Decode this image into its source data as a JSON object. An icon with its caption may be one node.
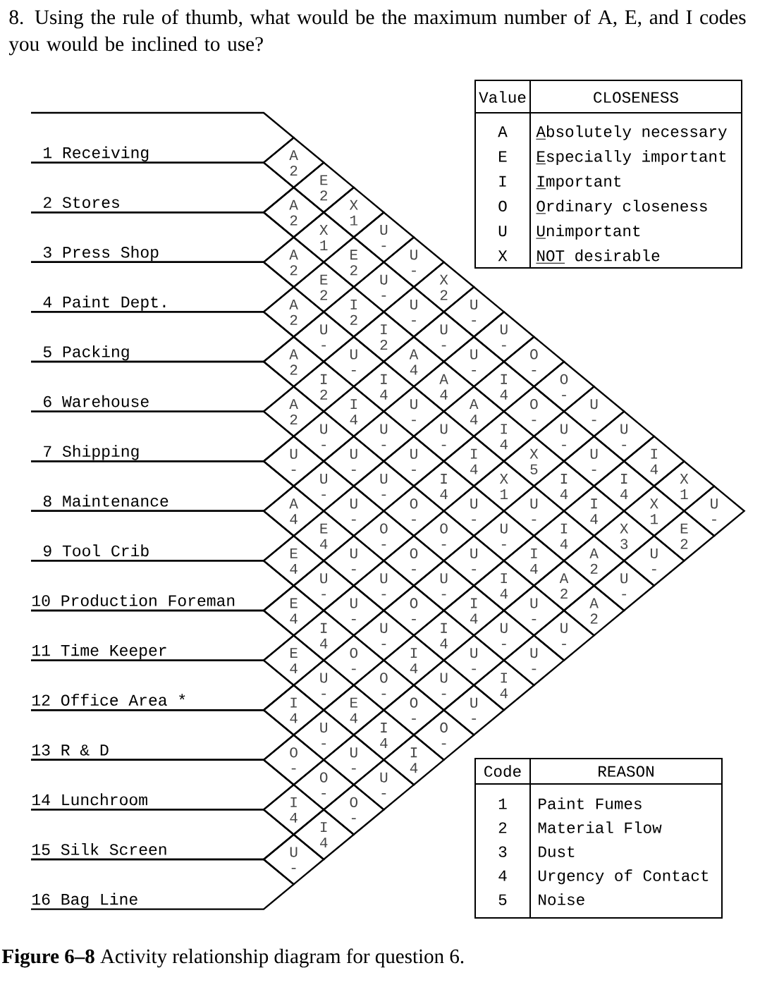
{
  "diagram": {
    "title": "8. Using the rule of thumb, what would be the maximum number of A, E, and I codes you would be inclined to use?",
    "caption": "**Figure 6–8** Activity relationship diagram for question 6.",
    "nodes": [
      {
        "text": [
          "1 Receiving"
        ]
      },
      {
        "text": [
          "2 Stores"
        ]
      },
      {
        "text": [
          "3 Press Shop"
        ]
      },
      {
        "text": [
          "4 Paint Dept."
        ]
      },
      {
        "text": [
          "5 Packing"
        ]
      },
      {
        "text": [
          "6 Warehouse"
        ]
      },
      {
        "text": [
          "7 Shipping"
        ]
      },
      {
        "text": [
          "8 Maintenance"
        ]
      },
      {
        "text": [
          "9 Tool Crib"
        ]
      },
      {
        "text": [
          "10 Production Foreman"
        ]
      },
      {
        "text": [
          "11 Time Keeper"
        ]
      },
      {
        "text": [
          "12 Office Area *"
        ]
      },
      {
        "text": [
          "13 R & D"
        ]
      },
      {
        "text": [
          "14 Lunchroom"
        ]
      },
      {
        "text": [
          "15 Silk Screen"
        ]
      },
      {
        "text": [
          "16 Bag Line"
        ]
      },
      {
        "text": [
          "A",
          "2"
        ]
      },
      {
        "text": [
          "E",
          "2"
        ]
      },
      {
        "text": [
          "X",
          "1"
        ]
      },
      {
        "text": [
          "U",
          "-"
        ]
      },
      {
        "text": [
          "U",
          "-"
        ]
      },
      {
        "text": [
          "X",
          "2"
        ]
      },
      {
        "text": [
          "U",
          "-"
        ]
      },
      {
        "text": [
          "U",
          "-"
        ]
      },
      {
        "text": [
          "O",
          "-"
        ]
      },
      {
        "text": [
          "O",
          "-"
        ]
      },
      {
        "text": [
          "U",
          "-"
        ]
      },
      {
        "text": [
          "U",
          "-"
        ]
      },
      {
        "text": [
          "I",
          "4"
        ]
      },
      {
        "text": [
          "X",
          "1"
        ]
      },
      {
        "text": [
          "U",
          "-"
        ]
      },
      {
        "text": [
          "A",
          "2"
        ]
      },
      {
        "text": [
          "X",
          "1"
        ]
      },
      {
        "text": [
          "E",
          "2"
        ]
      },
      {
        "text": [
          "U",
          "-"
        ]
      },
      {
        "text": [
          "U",
          "-"
        ]
      },
      {
        "text": [
          "U",
          "-"
        ]
      },
      {
        "text": [
          "U",
          "-"
        ]
      },
      {
        "text": [
          "I",
          "4"
        ]
      },
      {
        "text": [
          "O",
          "-"
        ]
      },
      {
        "text": [
          "U",
          "-"
        ]
      },
      {
        "text": [
          "U",
          "-"
        ]
      },
      {
        "text": [
          "I",
          "4"
        ]
      },
      {
        "text": [
          "X",
          "1"
        ]
      },
      {
        "text": [
          "E",
          "2"
        ]
      },
      {
        "text": [
          "A",
          "2"
        ]
      },
      {
        "text": [
          "E",
          "2"
        ]
      },
      {
        "text": [
          "I",
          "2"
        ]
      },
      {
        "text": [
          "I",
          "2"
        ]
      },
      {
        "text": [
          "A",
          "4"
        ]
      },
      {
        "text": [
          "A",
          "4"
        ]
      },
      {
        "text": [
          "A",
          "4"
        ]
      },
      {
        "text": [
          "I",
          "4"
        ]
      },
      {
        "text": [
          "X",
          "5"
        ]
      },
      {
        "text": [
          "I",
          "4"
        ]
      },
      {
        "text": [
          "I",
          "4"
        ]
      },
      {
        "text": [
          "X",
          "3"
        ]
      },
      {
        "text": [
          "U",
          "-"
        ]
      },
      {
        "text": [
          "A",
          "2"
        ]
      },
      {
        "text": [
          "U",
          "-"
        ]
      },
      {
        "text": [
          "U",
          "-"
        ]
      },
      {
        "text": [
          "I",
          "4"
        ]
      },
      {
        "text": [
          "U",
          "-"
        ]
      },
      {
        "text": [
          "U",
          "-"
        ]
      },
      {
        "text": [
          "I",
          "4"
        ]
      },
      {
        "text": [
          "X",
          "1"
        ]
      },
      {
        "text": [
          "U",
          "-"
        ]
      },
      {
        "text": [
          "I",
          "4"
        ]
      },
      {
        "text": [
          "A",
          "2"
        ]
      },
      {
        "text": [
          "U",
          "-"
        ]
      },
      {
        "text": [
          "A",
          "2"
        ]
      },
      {
        "text": [
          "I",
          "2"
        ]
      },
      {
        "text": [
          "I",
          "4"
        ]
      },
      {
        "text": [
          "U",
          "-"
        ]
      },
      {
        "text": [
          "U",
          "-"
        ]
      },
      {
        "text": [
          "I",
          "4"
        ]
      },
      {
        "text": [
          "U",
          "-"
        ]
      },
      {
        "text": [
          "U",
          "-"
        ]
      },
      {
        "text": [
          "I",
          "4"
        ]
      },
      {
        "text": [
          "A",
          "2"
        ]
      },
      {
        "text": [
          "A",
          "2"
        ]
      },
      {
        "text": [
          "A",
          "2"
        ]
      },
      {
        "text": [
          "U",
          "-"
        ]
      },
      {
        "text": [
          "U",
          "-"
        ]
      },
      {
        "text": [
          "U",
          "-"
        ]
      },
      {
        "text": [
          "O",
          "-"
        ]
      },
      {
        "text": [
          "O",
          "-"
        ]
      },
      {
        "text": [
          "U",
          "-"
        ]
      },
      {
        "text": [
          "I",
          "4"
        ]
      },
      {
        "text": [
          "U",
          "-"
        ]
      },
      {
        "text": [
          "U",
          "-"
        ]
      },
      {
        "text": [
          "U",
          "-"
        ]
      },
      {
        "text": [
          "U",
          "-"
        ]
      },
      {
        "text": [
          "U",
          "-"
        ]
      },
      {
        "text": [
          "O",
          "-"
        ]
      },
      {
        "text": [
          "O",
          "-"
        ]
      },
      {
        "text": [
          "U",
          "-"
        ]
      },
      {
        "text": [
          "I",
          "4"
        ]
      },
      {
        "text": [
          "U",
          "-"
        ]
      },
      {
        "text": [
          "U",
          "-"
        ]
      },
      {
        "text": [
          "A",
          "4"
        ]
      },
      {
        "text": [
          "E",
          "4"
        ]
      },
      {
        "text": [
          "U",
          "-"
        ]
      },
      {
        "text": [
          "U",
          "-"
        ]
      },
      {
        "text": [
          "O",
          "-"
        ]
      },
      {
        "text": [
          "I",
          "4"
        ]
      },
      {
        "text": [
          "U",
          "-"
        ]
      },
      {
        "text": [
          "I",
          "4"
        ]
      },
      {
        "text": [
          "E",
          "4"
        ]
      },
      {
        "text": [
          "U",
          "-"
        ]
      },
      {
        "text": [
          "U",
          "-"
        ]
      },
      {
        "text": [
          "U",
          "-"
        ]
      },
      {
        "text": [
          "I",
          "4"
        ]
      },
      {
        "text": [
          "U",
          "-"
        ]
      },
      {
        "text": [
          "U",
          "-"
        ]
      },
      {
        "text": [
          "E",
          "4"
        ]
      },
      {
        "text": [
          "I",
          "4"
        ]
      },
      {
        "text": [
          "O",
          "-"
        ]
      },
      {
        "text": [
          "O",
          "-"
        ]
      },
      {
        "text": [
          "O",
          "-"
        ]
      },
      {
        "text": [
          "O",
          "-"
        ]
      },
      {
        "text": [
          "E",
          "4"
        ]
      },
      {
        "text": [
          "U",
          "-"
        ]
      },
      {
        "text": [
          "E",
          "4"
        ]
      },
      {
        "text": [
          "I",
          "4"
        ]
      },
      {
        "text": [
          "I",
          "4"
        ]
      },
      {
        "text": [
          "I",
          "4"
        ]
      },
      {
        "text": [
          "U",
          "-"
        ]
      },
      {
        "text": [
          "U",
          "-"
        ]
      },
      {
        "text": [
          "U",
          "-"
        ]
      },
      {
        "text": [
          "O",
          "-"
        ]
      },
      {
        "text": [
          "O",
          "-"
        ]
      },
      {
        "text": [
          "O",
          "-"
        ]
      },
      {
        "text": [
          "I",
          "4"
        ]
      },
      {
        "text": [
          "I",
          "4"
        ]
      },
      {
        "text": [
          "U",
          "-"
        ]
      }
    ],
    "labels": [
      "Value",
      "CLOSENESS",
      "A",
      "Absolutely necessary",
      "E",
      "Especially important",
      "I",
      "Important",
      "O",
      "Ordinary closeness",
      "U",
      "Unimportant",
      "X",
      "NOT desirable",
      "Code",
      "REASON",
      "1",
      "Paint Fumes",
      "2",
      "Material Flow",
      "3",
      "Dust",
      "4",
      "Urgency of Contact",
      "5",
      "Noise"
    ]
  }
}
